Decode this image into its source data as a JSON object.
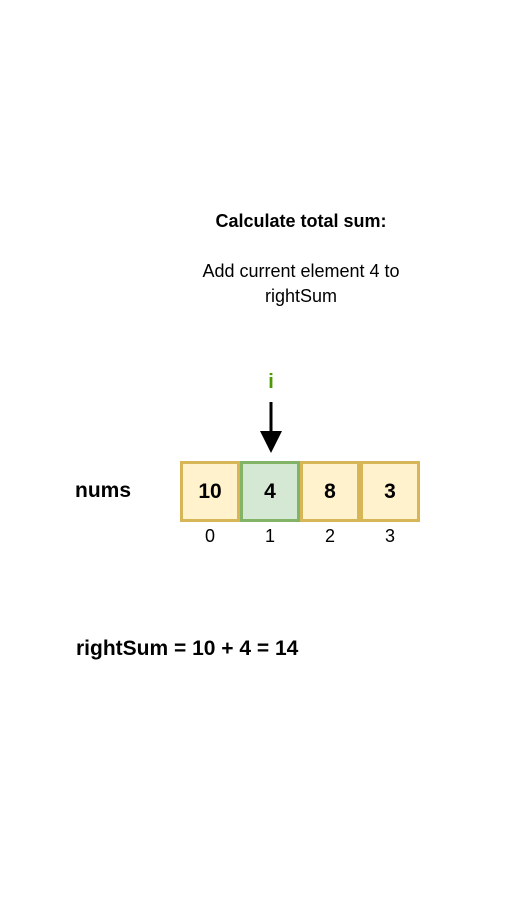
{
  "title": "Calculate total sum:",
  "description": "Add current element 4 to rightSum",
  "pointer": {
    "label": "i",
    "index": 1,
    "color": "#4D9900"
  },
  "array": {
    "label": "nums",
    "values": [
      "10",
      "4",
      "8",
      "3"
    ],
    "indices": [
      "0",
      "1",
      "2",
      "3"
    ],
    "highlight_index": 1,
    "colors": {
      "cell_fill": "#FFF2CC",
      "cell_border": "#D6B656",
      "highlight_fill": "#D5E8D4",
      "highlight_border": "#82B366"
    }
  },
  "summary": "rightSum = 10 + 4 = 14"
}
